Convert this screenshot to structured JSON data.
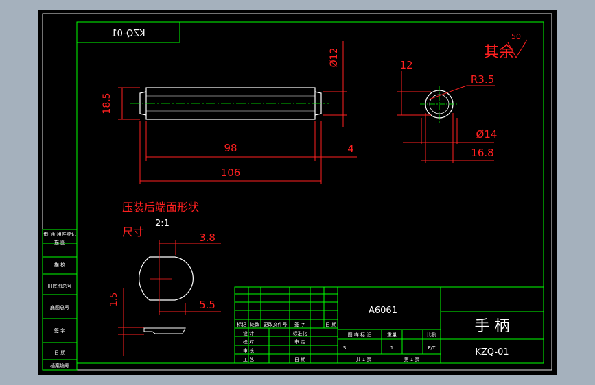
{
  "drawing": {
    "number_mirrored": "KZQ-01",
    "part_name": "手 柄",
    "part_number": "KZQ-01",
    "material": "A6061",
    "roughness_note": "其余",
    "roughness_value": "50",
    "section_note_line1": "压装后端面形状",
    "section_note_line2": "尺寸",
    "scale_note": "2:1"
  },
  "dimensions": {
    "dia_shaft": "Ø12",
    "height_overall": "18.5",
    "length_98": "98",
    "length_4": "4",
    "length_106": "106",
    "end_12": "12",
    "radius": "R3.5",
    "dia_14": "Ø14",
    "dia_16_8": "16.8",
    "detail_3_8": "3.8",
    "detail_5_5": "5.5",
    "detail_1_5": "1.5"
  },
  "left_strip": {
    "labels": [
      "借(通)用件登记",
      "描 图",
      "描 校",
      "旧底图总号",
      "底图总号",
      "签 字",
      "日 期",
      "档案编号"
    ]
  },
  "title_block": {
    "rev_headers": [
      "标记",
      "处数",
      "更改文件号",
      "签 字",
      "日 期"
    ],
    "role_labels": [
      "设 计",
      "校 对",
      "审 核",
      "工 艺"
    ],
    "std_label": "标准化",
    "approve_label": "审 定",
    "date_label": "日 期",
    "stage_label": "图 样 标 记",
    "weight_label": "重量",
    "ratio_label": "比例",
    "stage_value": "S",
    "weight_value": "1",
    "ratio_value": "F/T",
    "sheet_total": "共 1 页",
    "sheet_no": "第 1 页"
  }
}
